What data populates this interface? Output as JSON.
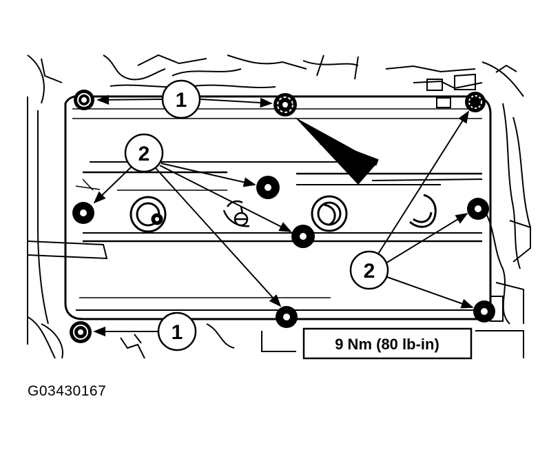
{
  "callouts": {
    "one": "1",
    "two": "2"
  },
  "torque_spec": "9 Nm (80 lb-in)",
  "figure_id": "G03430167",
  "colors": {
    "ink": "#000000",
    "paper": "#ffffff"
  }
}
